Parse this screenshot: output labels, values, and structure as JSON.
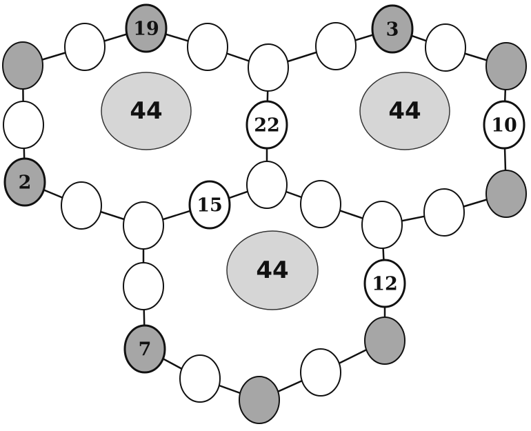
{
  "colors": {
    "empty_node": "#ffffff",
    "shaded_node": "#a6a6a6",
    "center_fill": "#d6d6d6",
    "line": "#111111"
  },
  "centers": [
    {
      "id": "left",
      "value": "44"
    },
    {
      "id": "right",
      "value": "44"
    },
    {
      "id": "bottom",
      "value": "44"
    }
  ],
  "nodes": [
    {
      "id": "L0",
      "label": "",
      "shaded": true
    },
    {
      "id": "L1",
      "label": "",
      "shaded": false
    },
    {
      "id": "L2",
      "label": "19",
      "shaded": true
    },
    {
      "id": "L3",
      "label": "",
      "shaded": false
    },
    {
      "id": "J1",
      "label": "",
      "shaded": false
    },
    {
      "id": "M1",
      "label": "22",
      "shaded": false
    },
    {
      "id": "J2",
      "label": "",
      "shaded": false
    },
    {
      "id": "B0",
      "label": "15",
      "shaded": false
    },
    {
      "id": "J3",
      "label": "",
      "shaded": false
    },
    {
      "id": "L4",
      "label": "",
      "shaded": false
    },
    {
      "id": "L5",
      "label": "2",
      "shaded": true
    },
    {
      "id": "L6",
      "label": "",
      "shaded": false
    },
    {
      "id": "R0",
      "label": "",
      "shaded": false
    },
    {
      "id": "R1",
      "label": "3",
      "shaded": true
    },
    {
      "id": "R2",
      "label": "",
      "shaded": false
    },
    {
      "id": "R3",
      "label": "",
      "shaded": true
    },
    {
      "id": "R4",
      "label": "10",
      "shaded": false
    },
    {
      "id": "R5",
      "label": "",
      "shaded": true
    },
    {
      "id": "R6",
      "label": "",
      "shaded": false
    },
    {
      "id": "J4",
      "label": "",
      "shaded": false
    },
    {
      "id": "M2",
      "label": "",
      "shaded": false
    },
    {
      "id": "B1",
      "label": "12",
      "shaded": false
    },
    {
      "id": "B2",
      "label": "",
      "shaded": true
    },
    {
      "id": "B3",
      "label": "",
      "shaded": false
    },
    {
      "id": "B4",
      "label": "",
      "shaded": true
    },
    {
      "id": "B5",
      "label": "",
      "shaded": false
    },
    {
      "id": "B6",
      "label": "7",
      "shaded": true
    },
    {
      "id": "B7",
      "label": "",
      "shaded": false
    }
  ],
  "edges": [
    [
      "L0",
      "L1"
    ],
    [
      "L1",
      "L2"
    ],
    [
      "L2",
      "L3"
    ],
    [
      "L3",
      "J1"
    ],
    [
      "J1",
      "M1"
    ],
    [
      "M1",
      "J2"
    ],
    [
      "J2",
      "B0"
    ],
    [
      "B0",
      "J3"
    ],
    [
      "J3",
      "L4"
    ],
    [
      "L4",
      "L5"
    ],
    [
      "L5",
      "L6"
    ],
    [
      "L6",
      "L0"
    ],
    [
      "J1",
      "R0"
    ],
    [
      "R0",
      "R1"
    ],
    [
      "R1",
      "R2"
    ],
    [
      "R2",
      "R3"
    ],
    [
      "R3",
      "R4"
    ],
    [
      "R4",
      "R5"
    ],
    [
      "R5",
      "R6"
    ],
    [
      "R6",
      "J4"
    ],
    [
      "J4",
      "M2"
    ],
    [
      "M2",
      "J2"
    ],
    [
      "J4",
      "B1"
    ],
    [
      "B1",
      "B2"
    ],
    [
      "B2",
      "B3"
    ],
    [
      "B3",
      "B4"
    ],
    [
      "B4",
      "B5"
    ],
    [
      "B5",
      "B6"
    ],
    [
      "B6",
      "B7"
    ],
    [
      "B7",
      "J3"
    ]
  ]
}
